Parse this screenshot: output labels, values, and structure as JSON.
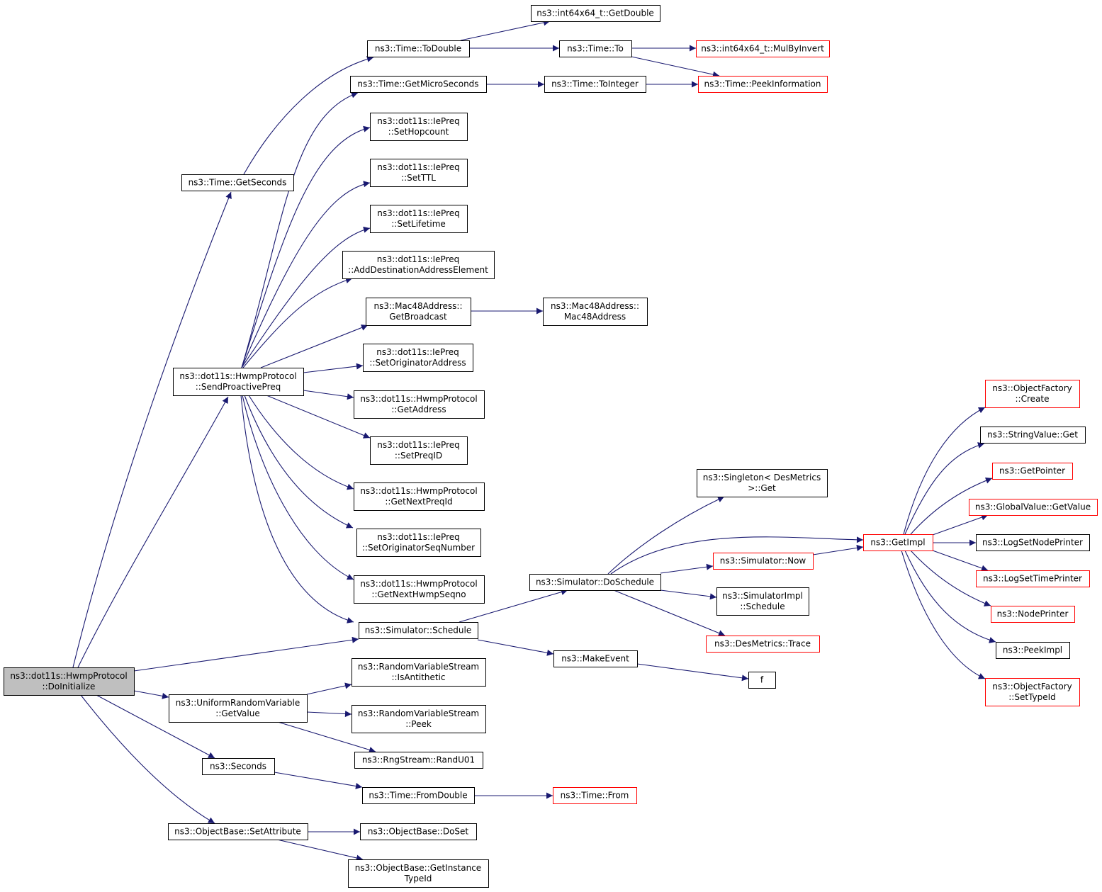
{
  "colors": {
    "edge": "#191970",
    "border_normal": "#000000",
    "border_truncated": "#ff0000",
    "fill_root": "#bfbfbf",
    "fill_normal": "#ffffff"
  },
  "nodes": [
    {
      "id": "root",
      "lines": [
        "ns3::dot11s::HwmpProtocol",
        "::DoInitialize"
      ],
      "style": "root"
    },
    {
      "id": "getseconds",
      "lines": [
        "ns3::Time::GetSeconds"
      ],
      "style": "normal"
    },
    {
      "id": "todouble",
      "lines": [
        "ns3::Time::ToDouble"
      ],
      "style": "normal"
    },
    {
      "id": "int_getdouble",
      "lines": [
        "ns3::int64x64_t::GetDouble"
      ],
      "style": "normal"
    },
    {
      "id": "time_to",
      "lines": [
        "ns3::Time::To"
      ],
      "style": "normal"
    },
    {
      "id": "mulbyinvert",
      "lines": [
        "ns3::int64x64_t::MulByInvert"
      ],
      "style": "truncated"
    },
    {
      "id": "peekinfo",
      "lines": [
        "ns3::Time::PeekInformation"
      ],
      "style": "truncated"
    },
    {
      "id": "getmicro",
      "lines": [
        "ns3::Time::GetMicroSeconds"
      ],
      "style": "normal"
    },
    {
      "id": "tointeger",
      "lines": [
        "ns3::Time::ToInteger"
      ],
      "style": "normal"
    },
    {
      "id": "sethopcount",
      "lines": [
        "ns3::dot11s::IePreq",
        "::SetHopcount"
      ],
      "style": "normal"
    },
    {
      "id": "setttl",
      "lines": [
        "ns3::dot11s::IePreq",
        "::SetTTL"
      ],
      "style": "normal"
    },
    {
      "id": "setlifetime",
      "lines": [
        "ns3::dot11s::IePreq",
        "::SetLifetime"
      ],
      "style": "normal"
    },
    {
      "id": "adddest",
      "lines": [
        "ns3::dot11s::IePreq",
        "::AddDestinationAddressElement"
      ],
      "style": "normal"
    },
    {
      "id": "getbroadcast",
      "lines": [
        "ns3::Mac48Address::",
        "GetBroadcast"
      ],
      "style": "normal"
    },
    {
      "id": "mac48ctor",
      "lines": [
        "ns3::Mac48Address::",
        "Mac48Address"
      ],
      "style": "normal"
    },
    {
      "id": "sendpreq",
      "lines": [
        "ns3::dot11s::HwmpProtocol",
        "::SendProactivePreq"
      ],
      "style": "normal"
    },
    {
      "id": "setorigaddr",
      "lines": [
        "ns3::dot11s::IePreq",
        "::SetOriginatorAddress"
      ],
      "style": "normal"
    },
    {
      "id": "getaddress",
      "lines": [
        "ns3::dot11s::HwmpProtocol",
        "::GetAddress"
      ],
      "style": "normal"
    },
    {
      "id": "setpreqid",
      "lines": [
        "ns3::dot11s::IePreq",
        "::SetPreqID"
      ],
      "style": "normal"
    },
    {
      "id": "getnextpreqid",
      "lines": [
        "ns3::dot11s::HwmpProtocol",
        "::GetNextPreqId"
      ],
      "style": "normal"
    },
    {
      "id": "setorigseq",
      "lines": [
        "ns3::dot11s::IePreq",
        "::SetOriginatorSeqNumber"
      ],
      "style": "normal"
    },
    {
      "id": "getnexthwmp",
      "lines": [
        "ns3::dot11s::HwmpProtocol",
        "::GetNextHwmpSeqno"
      ],
      "style": "normal"
    },
    {
      "id": "schedule",
      "lines": [
        "ns3::Simulator::Schedule"
      ],
      "style": "normal"
    },
    {
      "id": "doschedule",
      "lines": [
        "ns3::Simulator::DoSchedule"
      ],
      "style": "normal"
    },
    {
      "id": "singleton",
      "lines": [
        "ns3::Singleton< DesMetrics",
        ">::Get"
      ],
      "style": "normal"
    },
    {
      "id": "simnow",
      "lines": [
        "ns3::Simulator::Now"
      ],
      "style": "truncated"
    },
    {
      "id": "implschedule",
      "lines": [
        "ns3::SimulatorImpl",
        "::Schedule"
      ],
      "style": "normal"
    },
    {
      "id": "destrace",
      "lines": [
        "ns3::DesMetrics::Trace"
      ],
      "style": "truncated"
    },
    {
      "id": "makeevent",
      "lines": [
        "ns3::MakeEvent"
      ],
      "style": "normal"
    },
    {
      "id": "f",
      "lines": [
        "f"
      ],
      "style": "normal"
    },
    {
      "id": "getimpl",
      "lines": [
        "ns3::GetImpl"
      ],
      "style": "truncated"
    },
    {
      "id": "objfactory_create",
      "lines": [
        "ns3::ObjectFactory",
        "::Create"
      ],
      "style": "truncated"
    },
    {
      "id": "stringvalue_get",
      "lines": [
        "ns3::StringValue::Get"
      ],
      "style": "normal"
    },
    {
      "id": "getpointer",
      "lines": [
        "ns3::GetPointer"
      ],
      "style": "truncated"
    },
    {
      "id": "globalvalue",
      "lines": [
        "ns3::GlobalValue::GetValue"
      ],
      "style": "truncated"
    },
    {
      "id": "lognodeprinter",
      "lines": [
        "ns3::LogSetNodePrinter"
      ],
      "style": "normal"
    },
    {
      "id": "logtimeprinter",
      "lines": [
        "ns3::LogSetTimePrinter"
      ],
      "style": "truncated"
    },
    {
      "id": "nodeprinter",
      "lines": [
        "ns3::NodePrinter"
      ],
      "style": "truncated"
    },
    {
      "id": "peekimpl",
      "lines": [
        "ns3::PeekImpl"
      ],
      "style": "normal"
    },
    {
      "id": "objfactory_settypeid",
      "lines": [
        "ns3::ObjectFactory",
        "::SetTypeId"
      ],
      "style": "truncated"
    },
    {
      "id": "urv_getvalue",
      "lines": [
        "ns3::UniformRandomVariable",
        "::GetValue"
      ],
      "style": "normal"
    },
    {
      "id": "isantithetic",
      "lines": [
        "ns3::RandomVariableStream",
        "::IsAntithetic"
      ],
      "style": "normal"
    },
    {
      "id": "rvs_peek",
      "lines": [
        "ns3::RandomVariableStream",
        "::Peek"
      ],
      "style": "normal"
    },
    {
      "id": "randu01",
      "lines": [
        "ns3::RngStream::RandU01"
      ],
      "style": "normal"
    },
    {
      "id": "seconds",
      "lines": [
        "ns3::Seconds"
      ],
      "style": "normal"
    },
    {
      "id": "fromdouble",
      "lines": [
        "ns3::Time::FromDouble"
      ],
      "style": "normal"
    },
    {
      "id": "time_from",
      "lines": [
        "ns3::Time::From"
      ],
      "style": "truncated"
    },
    {
      "id": "setattribute",
      "lines": [
        "ns3::ObjectBase::SetAttribute"
      ],
      "style": "normal"
    },
    {
      "id": "doset",
      "lines": [
        "ns3::ObjectBase::DoSet"
      ],
      "style": "normal"
    },
    {
      "id": "getinstancetypeid",
      "lines": [
        "ns3::ObjectBase::GetInstance",
        "TypeId"
      ],
      "style": "normal"
    }
  ],
  "edges": [
    [
      "root",
      "getseconds"
    ],
    [
      "root",
      "sendpreq"
    ],
    [
      "root",
      "schedule"
    ],
    [
      "root",
      "urv_getvalue"
    ],
    [
      "root",
      "seconds"
    ],
    [
      "root",
      "setattribute"
    ],
    [
      "getseconds",
      "todouble"
    ],
    [
      "todouble",
      "int_getdouble"
    ],
    [
      "todouble",
      "time_to"
    ],
    [
      "time_to",
      "mulbyinvert"
    ],
    [
      "time_to",
      "peekinfo"
    ],
    [
      "getmicro",
      "tointeger"
    ],
    [
      "tointeger",
      "peekinfo"
    ],
    [
      "sendpreq",
      "getmicro"
    ],
    [
      "sendpreq",
      "sethopcount"
    ],
    [
      "sendpreq",
      "setttl"
    ],
    [
      "sendpreq",
      "setlifetime"
    ],
    [
      "sendpreq",
      "adddest"
    ],
    [
      "sendpreq",
      "getbroadcast"
    ],
    [
      "sendpreq",
      "setorigaddr"
    ],
    [
      "sendpreq",
      "getaddress"
    ],
    [
      "sendpreq",
      "setpreqid"
    ],
    [
      "sendpreq",
      "getnextpreqid"
    ],
    [
      "sendpreq",
      "setorigseq"
    ],
    [
      "sendpreq",
      "getnexthwmp"
    ],
    [
      "sendpreq",
      "schedule"
    ],
    [
      "getbroadcast",
      "mac48ctor"
    ],
    [
      "schedule",
      "doschedule"
    ],
    [
      "schedule",
      "makeevent"
    ],
    [
      "doschedule",
      "singleton"
    ],
    [
      "doschedule",
      "getimpl"
    ],
    [
      "doschedule",
      "simnow"
    ],
    [
      "doschedule",
      "implschedule"
    ],
    [
      "doschedule",
      "destrace"
    ],
    [
      "simnow",
      "getimpl"
    ],
    [
      "makeevent",
      "f"
    ],
    [
      "getimpl",
      "objfactory_create"
    ],
    [
      "getimpl",
      "stringvalue_get"
    ],
    [
      "getimpl",
      "getpointer"
    ],
    [
      "getimpl",
      "globalvalue"
    ],
    [
      "getimpl",
      "lognodeprinter"
    ],
    [
      "getimpl",
      "logtimeprinter"
    ],
    [
      "getimpl",
      "nodeprinter"
    ],
    [
      "getimpl",
      "peekimpl"
    ],
    [
      "getimpl",
      "objfactory_settypeid"
    ],
    [
      "urv_getvalue",
      "isantithetic"
    ],
    [
      "urv_getvalue",
      "rvs_peek"
    ],
    [
      "urv_getvalue",
      "randu01"
    ],
    [
      "seconds",
      "fromdouble"
    ],
    [
      "fromdouble",
      "time_from"
    ],
    [
      "setattribute",
      "doset"
    ],
    [
      "setattribute",
      "getinstancetypeid"
    ]
  ]
}
